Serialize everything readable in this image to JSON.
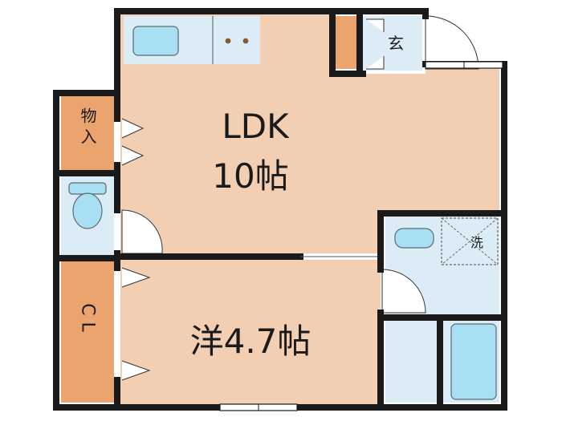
{
  "colors": {
    "wall": "#1a1a1a",
    "room_floor": "#f2cfb3",
    "storage_floor": "#eba46d",
    "wet_floor": "#dcecf6",
    "fixture": "#a9dff2",
    "fixture_stroke": "#5a6a73",
    "swing": "#ffffff",
    "window": "#ffffff"
  },
  "rooms": {
    "ldk": {
      "name": "LDK",
      "size": "10帖"
    },
    "western": {
      "name": "洋4.7帖"
    },
    "storage": {
      "name": "物入"
    },
    "closet": {
      "name": "CL"
    },
    "entrance": {
      "name": "玄"
    },
    "washer": {
      "name": "洗"
    }
  },
  "icons": [
    "kitchen-sink-icon",
    "stove-icon",
    "toilet-icon",
    "washbasin-icon",
    "bathtub-icon",
    "washer-pan-icon",
    "door-swing-icon"
  ]
}
